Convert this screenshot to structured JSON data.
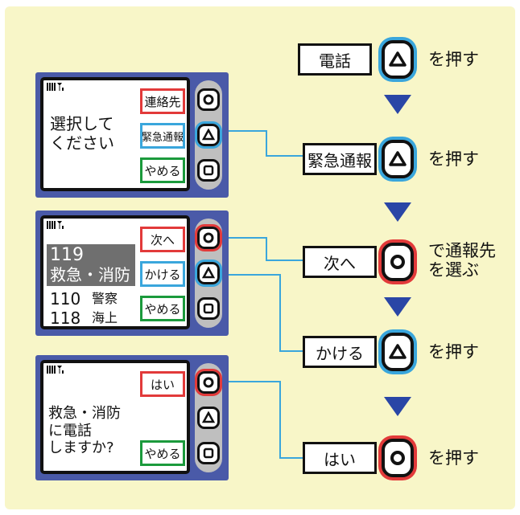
{
  "screens": [
    {
      "message_lines": [
        "選択して",
        "ください"
      ],
      "soft_keys": [
        "連絡先",
        "緊急通報",
        "やめる"
      ]
    },
    {
      "list": [
        {
          "number": "119",
          "name": "救急・消防"
        },
        {
          "number": "110",
          "name": "警察"
        },
        {
          "number": "118",
          "name": "海上"
        }
      ],
      "soft_keys": [
        "次へ",
        "かける",
        "やめる"
      ]
    },
    {
      "message_lines": [
        "救急・消防",
        "に電話",
        "しますか?"
      ],
      "soft_keys": [
        "はい",
        "やめる"
      ]
    }
  ],
  "steps": [
    {
      "label": "電話",
      "action": "を押す"
    },
    {
      "label": "緊急通報",
      "action": "を押す"
    },
    {
      "label": "次へ",
      "action_lines": [
        "で通報先",
        "を選ぶ"
      ]
    },
    {
      "label": "かける",
      "action": "を押す"
    },
    {
      "label": "はい",
      "action": "を押す"
    }
  ],
  "colors": {
    "background": "#f8f6c8",
    "device": "#4a5aa8",
    "arrow": "#2a46a6",
    "red": "#e23a3a",
    "blue": "#3aa6dc",
    "green": "#1b9a3c"
  },
  "icons": [
    "circle-key-icon",
    "triangle-key-icon",
    "square-key-icon",
    "signal-icon"
  ]
}
